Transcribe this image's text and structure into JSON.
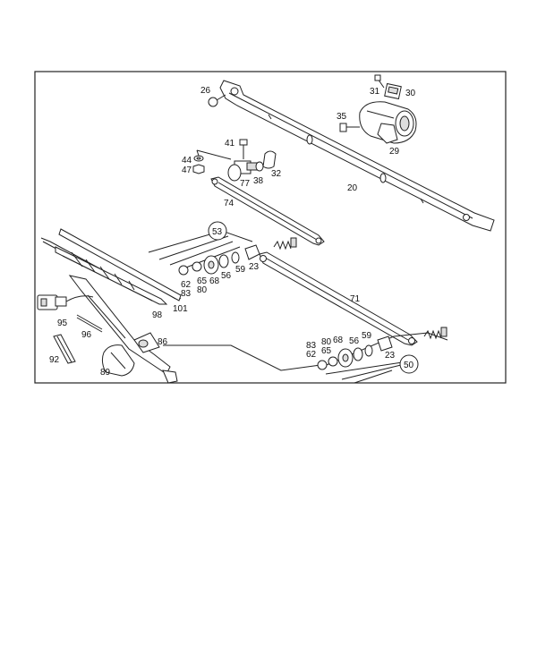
{
  "diagram": {
    "labels": {
      "p26": "26",
      "p31": "31",
      "p30": "30",
      "p35": "35",
      "p29": "29",
      "p41": "41",
      "p44": "44",
      "p47": "47",
      "p32": "32",
      "p77": "77",
      "p38": "38",
      "p20": "20",
      "p74": "74",
      "p53": "53",
      "p62a": "62",
      "p83a": "83",
      "p65a": "65",
      "p68a": "68",
      "p80a": "80",
      "p56a": "56",
      "p59a": "59",
      "p23a": "23",
      "p71": "71",
      "p98": "98",
      "p101": "101",
      "p95": "95",
      "p96": "96",
      "p86": "86",
      "p92": "92",
      "p89": "89",
      "p83b": "83",
      "p62b": "62",
      "p65b": "65",
      "p80b": "80",
      "p68b": "68",
      "p56b": "56",
      "p59b": "59",
      "p23b": "23",
      "p50": "50"
    }
  }
}
